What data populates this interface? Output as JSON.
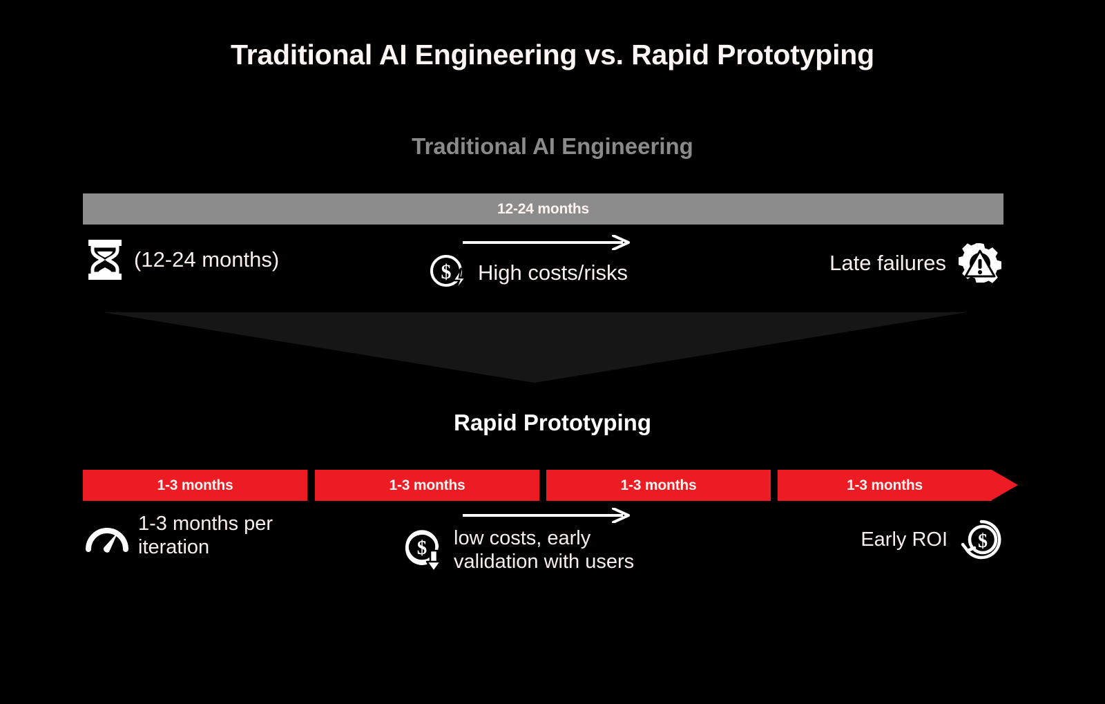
{
  "title": "Traditional AI Engineering vs. Rapid Prototyping",
  "colors": {
    "background": "#000000",
    "traditional_bar": "#8c8c8c",
    "traditional_heading": "#8a8a8a",
    "rapid_bar": "#ED1C24",
    "funnel": "#161616",
    "text": "#f7efed"
  },
  "traditional": {
    "heading": "Traditional AI Engineering",
    "bar_label": "12-24 months",
    "left": {
      "icon": "hourglass-icon",
      "label": "(12-24 months)"
    },
    "middle": {
      "icon": "dollar-lightning-icon",
      "label": "High costs/risks",
      "arrow": "arrow-right-icon"
    },
    "right": {
      "icon": "gear-warning-icon",
      "label": "Late failures"
    }
  },
  "funnel": {
    "icon": "funnel-down-icon"
  },
  "rapid": {
    "heading": "Rapid Prototyping",
    "segments": [
      {
        "label": "1-3 months"
      },
      {
        "label": "1-3 months"
      },
      {
        "label": "1-3 months"
      },
      {
        "label": "1-3 months"
      }
    ],
    "left": {
      "icon": "speedometer-icon",
      "label": "1-3 months per iteration"
    },
    "middle": {
      "icon": "dollar-down-icon",
      "label_line1": "low costs, early",
      "label_line2": "validation with users",
      "arrow": "arrow-right-icon"
    },
    "right": {
      "icon": "dollar-refresh-icon",
      "label": "Early ROI"
    }
  },
  "chart_data": {
    "type": "bar",
    "title": "Traditional AI Engineering vs. Rapid Prototyping",
    "series": [
      {
        "name": "Traditional AI Engineering",
        "segments": [
          "12-24 months"
        ],
        "segment_count": 1,
        "color": "#8c8c8c",
        "total_duration_months": [
          12,
          24
        ]
      },
      {
        "name": "Rapid Prototyping",
        "segments": [
          "1-3 months",
          "1-3 months",
          "1-3 months",
          "1-3 months"
        ],
        "segment_count": 4,
        "color": "#ED1C24",
        "iteration_duration_months": [
          1,
          3
        ]
      }
    ],
    "annotations": [
      {
        "series": "Traditional AI Engineering",
        "position": "left",
        "text": "(12-24 months)"
      },
      {
        "series": "Traditional AI Engineering",
        "position": "middle",
        "text": "High costs/risks"
      },
      {
        "series": "Traditional AI Engineering",
        "position": "right",
        "text": "Late failures"
      },
      {
        "series": "Rapid Prototyping",
        "position": "left",
        "text": "1-3 months per iteration"
      },
      {
        "series": "Rapid Prototyping",
        "position": "middle",
        "text": "low costs, early validation with users"
      },
      {
        "series": "Rapid Prototyping",
        "position": "right",
        "text": "Early ROI"
      }
    ],
    "xlabel": "",
    "ylabel": "",
    "legend": [
      "Traditional AI Engineering",
      "Rapid Prototyping"
    ]
  }
}
